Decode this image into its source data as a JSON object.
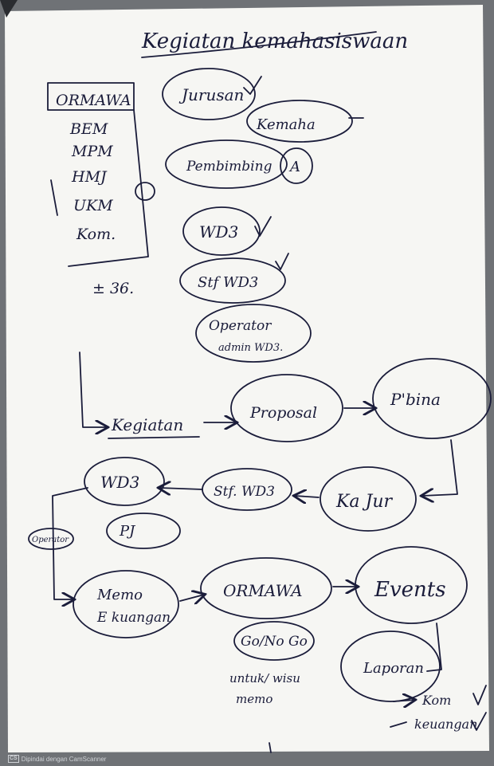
{
  "title": "Kegiatan kemahasiswaan",
  "ormawa": {
    "header": "ORMAWA",
    "items": [
      "BEM",
      "MPM",
      "HMJ",
      "UKM",
      "Kom."
    ],
    "count_note": "± 36."
  },
  "roles": [
    "Jurusan",
    "Kemaha",
    "Pembimbing",
    "A",
    "WD3",
    "Stf WD3",
    "Operator",
    "admin WD3."
  ],
  "flow": {
    "kegiatan": "Kegiatan",
    "proposal": "Proposal",
    "pembina": "P'bina",
    "kajur": "Ka Jur",
    "stf_wd3": "Stf. WD3",
    "wd3": "WD3",
    "pj": "PJ",
    "operator": "Operator",
    "memo": "Memo",
    "ekuangan": "E kuangan",
    "ormawa": "ORMAWA",
    "events": "Events",
    "gonogo": "Go/No Go",
    "notes": [
      "untuk/ wisu",
      "memo"
    ],
    "laporan": "Laporan",
    "checklist": [
      "Kom",
      "keuangan"
    ]
  },
  "footer": {
    "logo": "CS",
    "text": "Dipindai dengan CamScanner"
  }
}
